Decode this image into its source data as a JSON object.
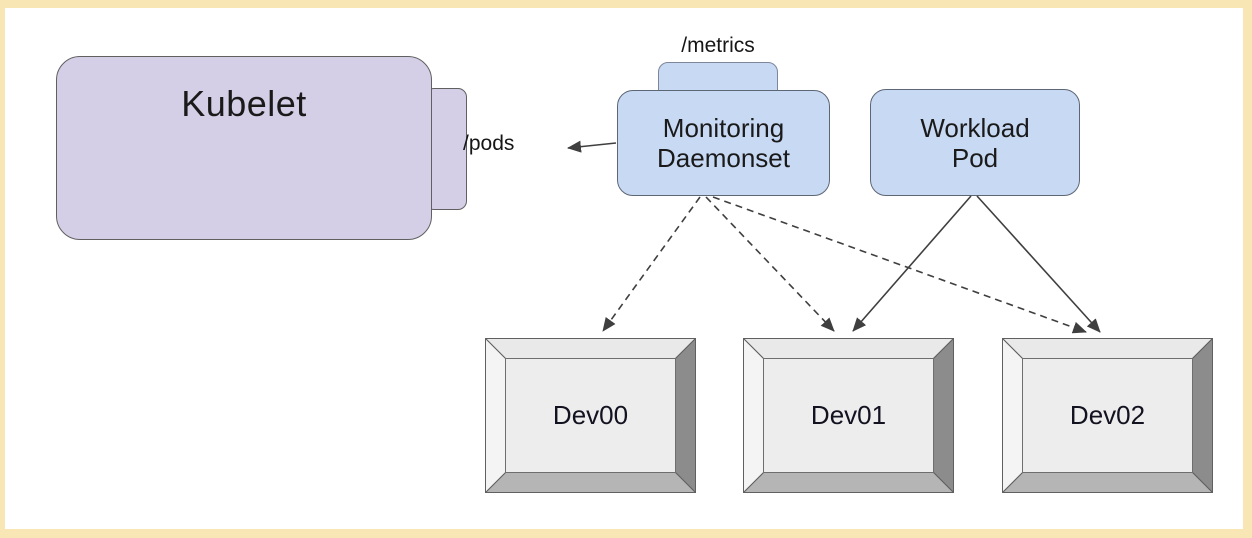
{
  "diagram": {
    "type": "kubernetes-device-monitoring-architecture",
    "nodes": {
      "kubelet": {
        "label": "Kubelet",
        "fill": "#d5cee7",
        "border": "#606060"
      },
      "kubelet_pods_endpoint": {
        "label": "/pods"
      },
      "monitoring_daemonset": {
        "lines": [
          "Monitoring",
          "Daemonset"
        ],
        "fill": "#c8d9f4",
        "border": "#5d6674"
      },
      "metrics_endpoint": {
        "label": "/metrics"
      },
      "workload_pod": {
        "lines": [
          "Workload",
          "Pod"
        ],
        "fill": "#c8d9f4",
        "border": "#5d6674"
      },
      "devices": [
        {
          "label": "Dev00"
        },
        {
          "label": "Dev01"
        },
        {
          "label": "Dev02"
        }
      ]
    },
    "edges": [
      {
        "from": "monitoring_daemonset",
        "to": "kubelet_pods_endpoint",
        "style": "solid",
        "direction": "to-kubelet"
      },
      {
        "from": "monitoring_daemonset",
        "to": "Dev00",
        "style": "dashed"
      },
      {
        "from": "monitoring_daemonset",
        "to": "Dev01",
        "style": "dashed"
      },
      {
        "from": "monitoring_daemonset",
        "to": "Dev02",
        "style": "dashed"
      },
      {
        "from": "workload_pod",
        "to": "Dev01",
        "style": "solid"
      },
      {
        "from": "workload_pod",
        "to": "Dev02",
        "style": "solid"
      }
    ],
    "colors": {
      "page_frame": "#f8e7b4",
      "canvas_background": "#ffffff",
      "purple_fill": "#d5cee7",
      "blue_fill": "#c8d9f4",
      "edge_stroke": "#3f3f3f",
      "device_face": "#ededed",
      "device_bevel_light": "#f4f4f4",
      "device_bevel_top": "#e9e9e9",
      "device_bevel_right": "#8c8c8c",
      "device_bevel_bottom": "#b5b5b5"
    }
  }
}
